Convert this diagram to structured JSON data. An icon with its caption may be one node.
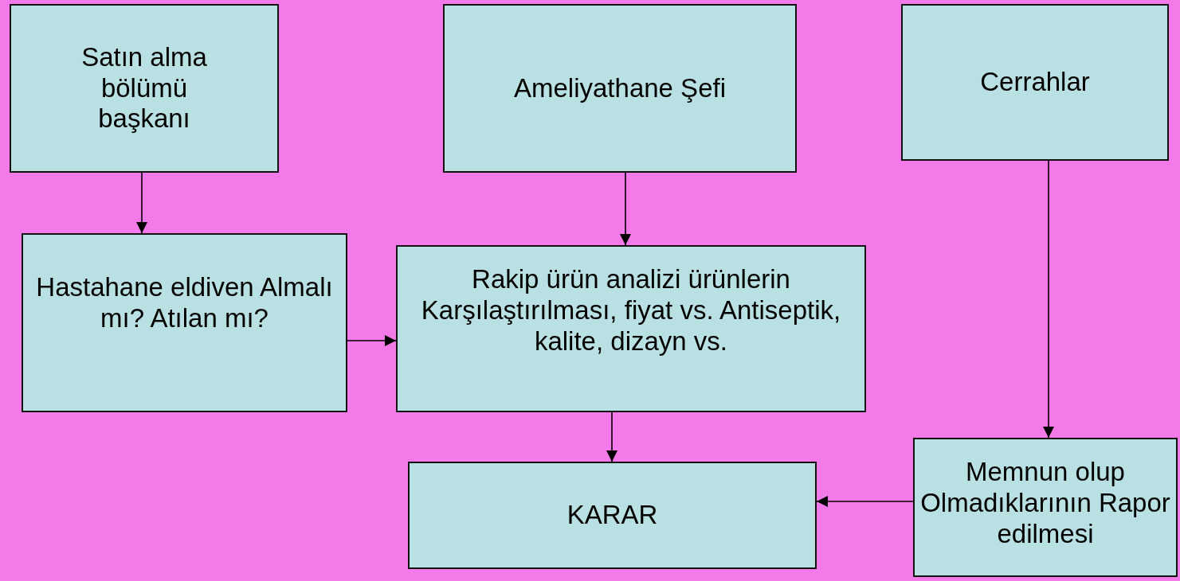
{
  "diagram": {
    "nodes": [
      {
        "text": [
          "Satın alma bölümü başkanı"
        ]
      },
      {
        "text": [
          "Ameliyathane Şefi"
        ]
      },
      {
        "text": [
          "Cerrahlar"
        ]
      },
      {
        "text": [
          "Hastahane eldiven Almalı mı? Atılan mı?"
        ]
      },
      {
        "text": [
          "Rakip ürün analizi ürünlerin Karşılaştırılması, fiyat vs. Antiseptik, kalite, dizayn vs."
        ]
      },
      {
        "text": [
          "KARAR"
        ]
      },
      {
        "text": [
          "Memnun olup Olmadıklarının Rapor edilmesi"
        ]
      }
    ],
    "edges": [
      {
        "from": 0,
        "to": 3,
        "arrow": "to"
      },
      {
        "from": 1,
        "to": 4,
        "arrow": "to"
      },
      {
        "from": 2,
        "to": 6,
        "arrow": "to"
      },
      {
        "from": 3,
        "to": 4,
        "arrow": "to"
      },
      {
        "from": 4,
        "to": 5,
        "arrow": "to"
      },
      {
        "from": 6,
        "to": 5,
        "arrow": "to"
      }
    ]
  }
}
